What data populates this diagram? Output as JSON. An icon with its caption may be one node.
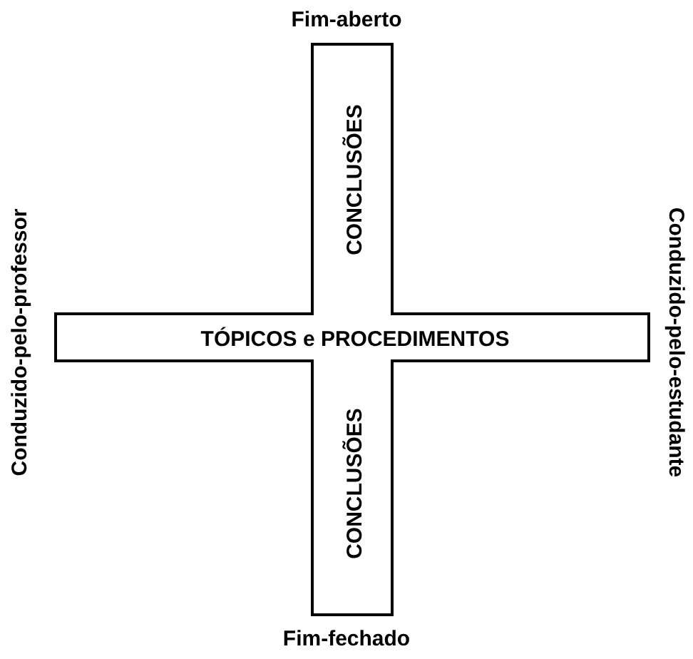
{
  "diagram": {
    "nodes": [
      {
        "text": [
          "CONCLUSÕES",
          "CONCLUSÕES"
        ]
      },
      {
        "text": [
          "TÓPICOS e PROCEDIMENTOS"
        ]
      }
    ],
    "edges": [],
    "labels": [
      "Fim-aberto",
      "Conduzido-pelo-professor",
      "Conduzido-pelo-estudante",
      "Fim-fechado"
    ]
  }
}
